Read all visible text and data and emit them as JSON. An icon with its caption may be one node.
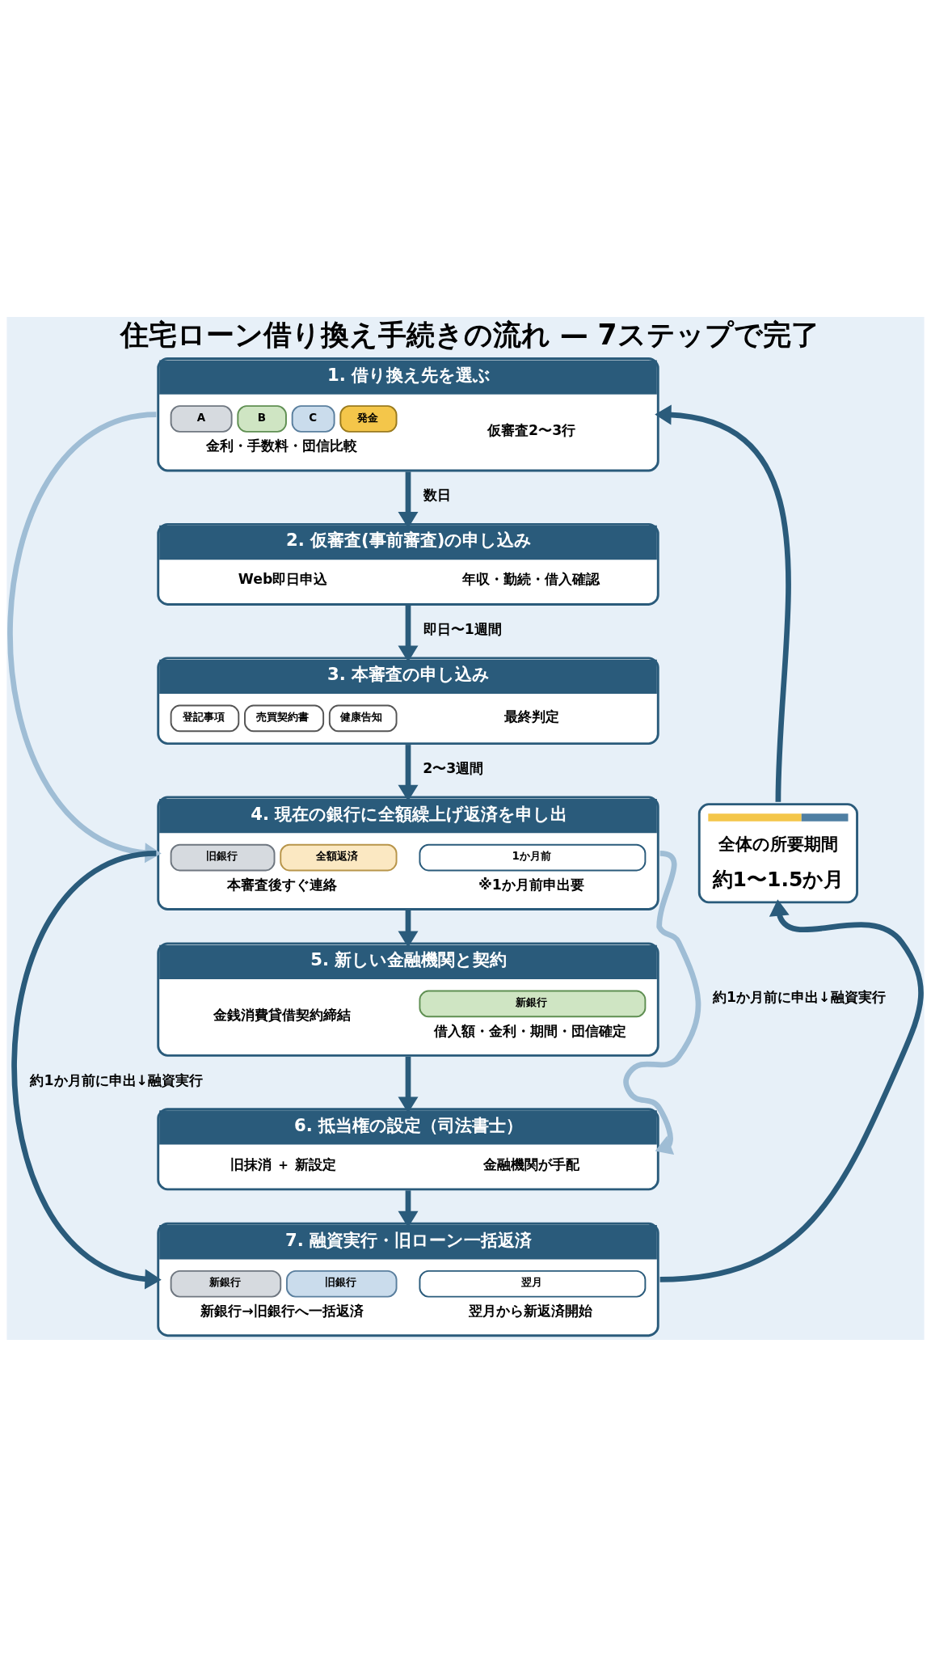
{
  "diagram": {
    "title": "住宅ローン借り換え手続きの流れ — 7ステップで完了",
    "nodes": [
      {
        "text": [
          "1. 借り換え先を選ぶ",
          "A",
          "B",
          "C",
          "発金",
          "金利・手数料・団信比較",
          "仮審査2〜3行"
        ]
      },
      {
        "text": [
          "2. 仮審査(事前審査)の申し込み",
          "Web即日申込",
          "年収・勤続・借入確認"
        ]
      },
      {
        "text": [
          "3. 本審査の申し込み",
          "登記事項",
          "売買契約書",
          "健康告知",
          "最終判定"
        ]
      },
      {
        "text": [
          "4. 現在の銀行に全額繰上げ返済を申し出",
          "旧銀行",
          "全額返済",
          "1か月前",
          "本審査後すぐ連絡",
          "※1か月前申出要"
        ]
      },
      {
        "text": [
          "5. 新しい金融機関と契約",
          "新銀行",
          "金銭消費貸借契約締結",
          "借入額・金利・期間・団信確定"
        ]
      },
      {
        "text": [
          "6. 抵当権の設定（司法書士）",
          "旧抹消 ＋ 新設定",
          "金融機関が手配"
        ]
      },
      {
        "text": [
          "7. 融資実行・旧ローン一括返済",
          "新銀行",
          "旧銀行",
          "翌月",
          "新銀行→旧銀行へ一括返済",
          "翌月から新返済開始"
        ]
      },
      {
        "text": [
          "全体の所要期間",
          "約1〜1.5か月"
        ]
      }
    ],
    "edges": [
      {
        "from": 0,
        "to": 1,
        "arrow": "to",
        "label": "数日"
      },
      {
        "from": 1,
        "to": 2,
        "arrow": "to",
        "label": "即日〜1週間"
      },
      {
        "from": 2,
        "to": 3,
        "arrow": "to",
        "label": "2〜3週間"
      },
      {
        "from": 3,
        "to": 4,
        "arrow": "to"
      },
      {
        "from": 4,
        "to": 5,
        "arrow": "to"
      },
      {
        "from": 5,
        "to": 6,
        "arrow": "to"
      },
      {
        "from": 0,
        "to": 3,
        "arrow": "to",
        "color": "#9fbdd5"
      },
      {
        "from": 3,
        "to": 6,
        "arrow": "to",
        "label": "約1か月前に申出↓融資実行"
      },
      {
        "from": 3,
        "to": 5,
        "arrow": "to",
        "label": "約1か月前に申出↓融資実行",
        "color": "#9fbdd5"
      },
      {
        "from": 6,
        "to": 7,
        "arrow": "to"
      },
      {
        "from": 7,
        "to": 0,
        "arrow": "to"
      }
    ]
  }
}
